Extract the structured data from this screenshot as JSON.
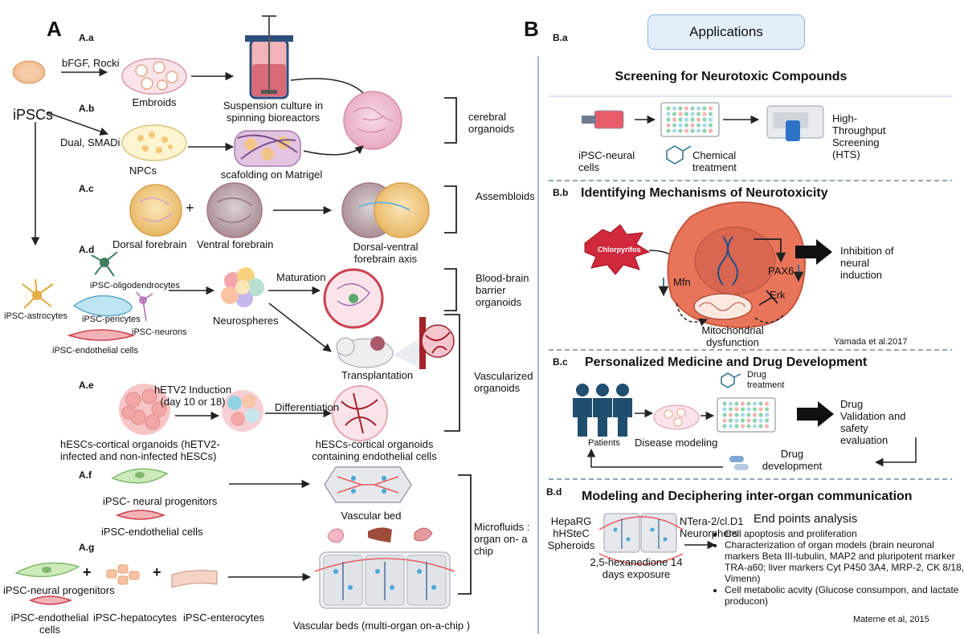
{
  "panel_a": {
    "letter": "A",
    "ipscs": "iPSCs",
    "aa": {
      "label": "A.a",
      "factors": "bFGF, Rocki",
      "embroids": "Embroids",
      "suspension": "Suspension culture in\nspinning  bioreactors"
    },
    "ab": {
      "label": "A.b",
      "factors": "Dual, SMADi",
      "npcs": "NPCs",
      "scaffold": "scafolding on Matrigel"
    },
    "cerebral": "cerebral\norganoids",
    "ac": {
      "label": "A.c",
      "plus": "+",
      "dorsal": "Dorsal forebrain",
      "ventral": "Ventral forebrain",
      "axis": "Dorsal-ventral\nforebrain axis"
    },
    "assembloids": "Assembloids",
    "ad": {
      "label": "A.d",
      "oligo": "iPSC-oligodendrocytes",
      "astro": "iPSC-astrocytes",
      "peri": "iPSC-pericytes",
      "neurons": "iPSC-neurons",
      "endo": "iPSC-endothelial cells",
      "neurospheres": "Neurospheres",
      "maturation": "Maturation",
      "transplant": "Transplantation"
    },
    "bbb": "Blood-brain\nbarrier\norganoids",
    "vascularized": "Vascularized\norganoids",
    "ae": {
      "label": "A.e",
      "induction": "hETV2 Induction\n(day 10 or 18)",
      "differentiation": "Differentiation",
      "cortical": "hESCs-cortical organoids (hETV2-\ninfected and non-infected  hESCs)",
      "containing": "hESCs-cortical organoids\ncontaining endothelial cells"
    },
    "af": {
      "label": "A.f",
      "neural": "iPSC- neural progenitors",
      "endo": "iPSC-endothelial cells",
      "bed": "Vascular bed"
    },
    "microfluids": "Microfluids :\norgan on- a\nchip",
    "ag": {
      "label": "A.g",
      "plus1": "+",
      "plus2": "+",
      "neural": "iPSC-neural progenitors",
      "endo": "iPSC-endothelial\ncells",
      "hep": "iPSC-hepatocytes",
      "ent": "iPSC-enterocytes",
      "beds": "Vascular beds (multi-organ on-a-chip )"
    }
  },
  "panel_b": {
    "letter": "B",
    "applications": "Applications",
    "ba": {
      "label": "B.a",
      "title": "Screening for Neurotoxic Compounds",
      "cells": "iPSC-neural\ncells",
      "chem": "Chemical\ntreatment",
      "hts": "High-\nThroughput\nScreening\n(HTS)"
    },
    "bb": {
      "label": "B.b",
      "title": "Identifying Mechanisms of Neurotoxicity",
      "chlor": "Chlorpyrifos",
      "mfn": "Mfn",
      "pax6": "PAX6",
      "erk": "Erk",
      "mito": "Mitochondrial\ndysfunction",
      "inhib": "Inhibition of\nneural\ninduction",
      "cite": "Yamada et al.2017"
    },
    "bc": {
      "label": "B.c",
      "title": "Personalized Medicine and Drug Development",
      "drug_treat": "Drug\ntreatment",
      "patients": "Patients",
      "disease": "Disease modeling",
      "drug_val": "Drug\nValidation and\nsafety\nevaluation",
      "drug_dev": "Drug\ndevelopment"
    },
    "bd": {
      "label": "B.d",
      "title": "Modeling and Deciphering inter-organ communication",
      "hepa": "HepaRG\nhHSteC\nSpheroids",
      "ntera": "NTera-2/cl.D1\nNeurorphers",
      "hexan": "2,5-hexanedione 14\ndays  exposure",
      "endpoints": "End points analysis",
      "points": [
        "Cell apoptosis and proliferation",
        "Characterization of organ models (brain neuronal markers Beta III-tubulin,  MAP2 and pluripotent marker TRA-a60; liver markers Cyt P450 3A4, MRP-2, CK 8/18, Vimenn)",
        "Cell metabolic acvity (Glucose consumpon, and lactate producon)"
      ],
      "cite": "Materne et al, 2015"
    }
  },
  "colors": {
    "divider": "#8aa4c4",
    "dash": "#6c86a6",
    "arrow": "#222222",
    "organoid": "#f0c7d6",
    "vessel": "#a3222b",
    "accent": "#2f5d74"
  }
}
